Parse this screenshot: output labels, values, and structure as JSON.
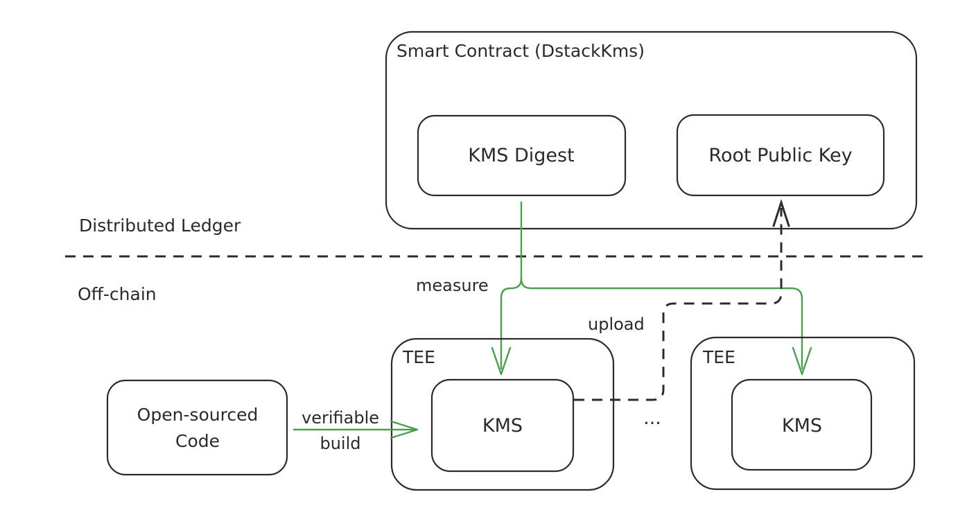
{
  "diagram": {
    "smart_contract_title": "Smart Contract (DstackKms)",
    "kms_digest": "KMS Digest",
    "root_public_key": "Root Public Key",
    "distributed_ledger": "Distributed Ledger",
    "off_chain": "Off-chain",
    "measure": "measure",
    "upload": "upload",
    "tee_left_title": "TEE",
    "tee_right_title": "TEE",
    "kms_left": "KMS",
    "kms_right": "KMS",
    "ellipsis": "...",
    "open_source_line1": "Open-sourced",
    "open_source_line2": "Code",
    "verifiable_line1": "verifiable",
    "verifiable_line2": "build"
  },
  "colors": {
    "stroke": "#2b2b2b",
    "green_arrow": "#4b9e4b",
    "text": "#2a2a2a",
    "background": "#ffffff"
  }
}
